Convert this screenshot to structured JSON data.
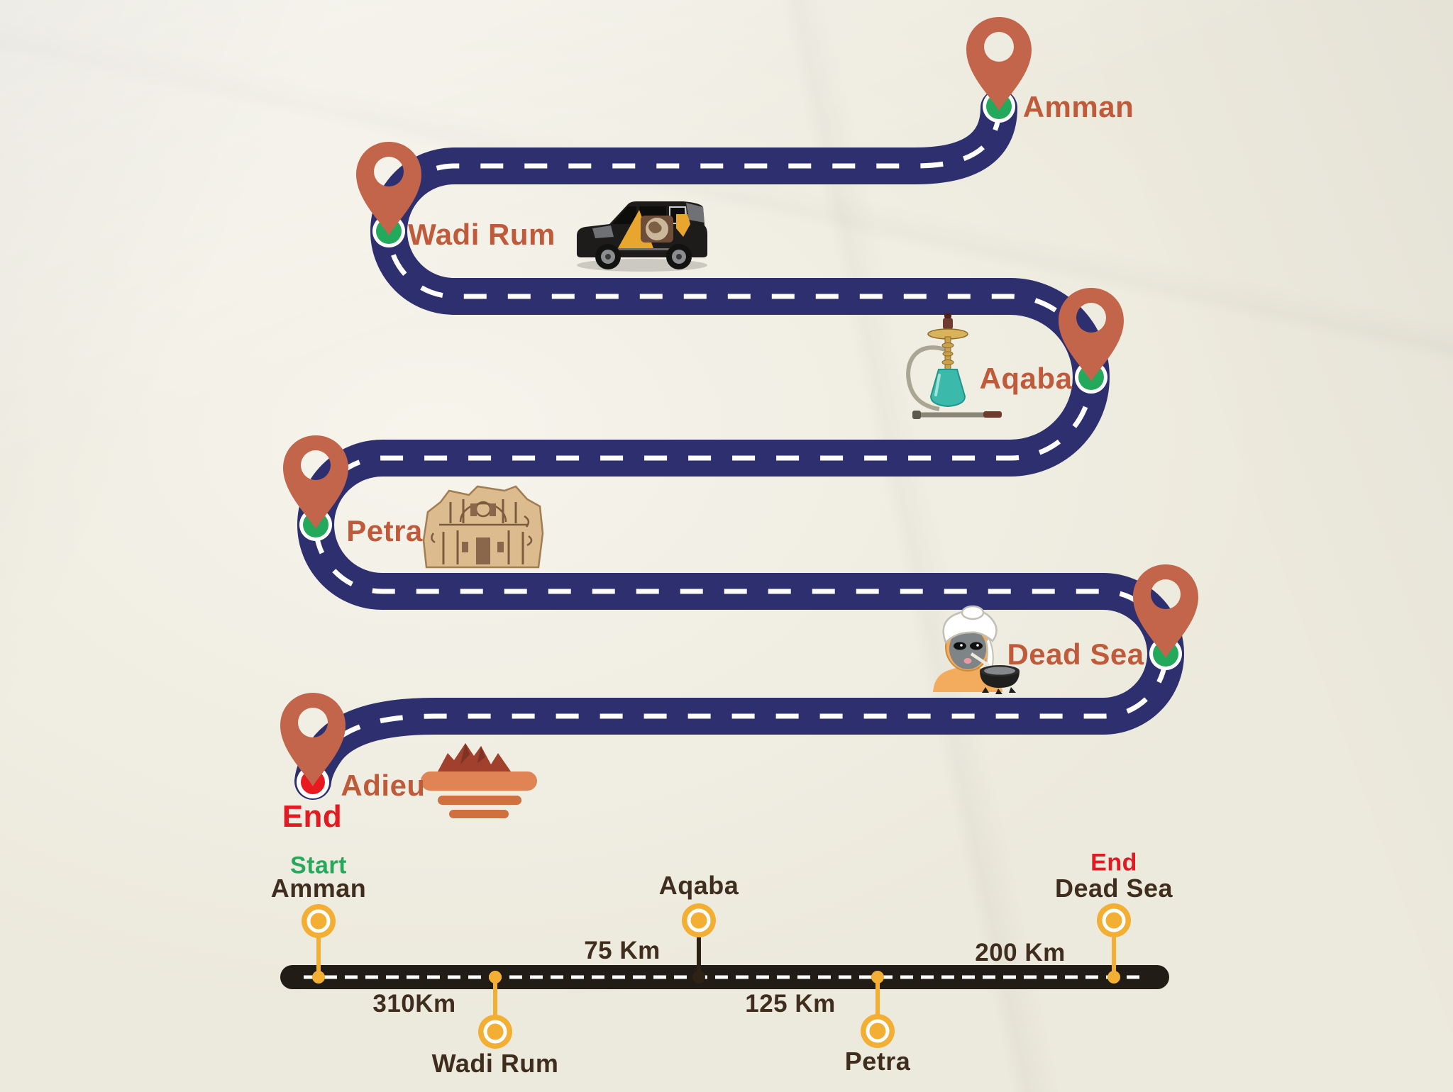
{
  "route": {
    "stops": [
      {
        "label": "Amman"
      },
      {
        "label": "Wadi Rum"
      },
      {
        "label": "Aqaba"
      },
      {
        "label": "Petra"
      },
      {
        "label": "Dead Sea"
      }
    ],
    "farewell_label": "Adieu",
    "end_label": "End"
  },
  "timeline": {
    "start_label": "Start",
    "end_label": "End",
    "stops": [
      {
        "label": "Amman"
      },
      {
        "label": "Wadi Rum"
      },
      {
        "label": "Aqaba"
      },
      {
        "label": "Petra"
      },
      {
        "label": "Dead Sea"
      }
    ],
    "distances": [
      {
        "label": "310Km"
      },
      {
        "label": "75 Km"
      },
      {
        "label": "125 Km"
      },
      {
        "label": "200 Km"
      }
    ]
  },
  "icons": {
    "pin": "location-pin-icon",
    "car": "suv-car-icon",
    "hookah": "hookah-icon",
    "monastery": "petra-monastery-icon",
    "spa": "mud-mask-spa-icon",
    "mountains": "desert-mountains-icon"
  },
  "colors": {
    "background": "#f1eee1",
    "road": "#2d2f6e",
    "road_dash": "#ffffff",
    "pin": "#c2654a",
    "stop_dot": "#22a95b",
    "end_dot": "#e8191f",
    "route_label": "#bf5b3a",
    "start_text": "#27a85a",
    "end_text": "#e01b22",
    "dark_text": "#3f2d1e",
    "timeline_bar": "#211c15",
    "timeline_marker": "#f3ae34",
    "timeline_stem_dark": "#2e2214"
  }
}
